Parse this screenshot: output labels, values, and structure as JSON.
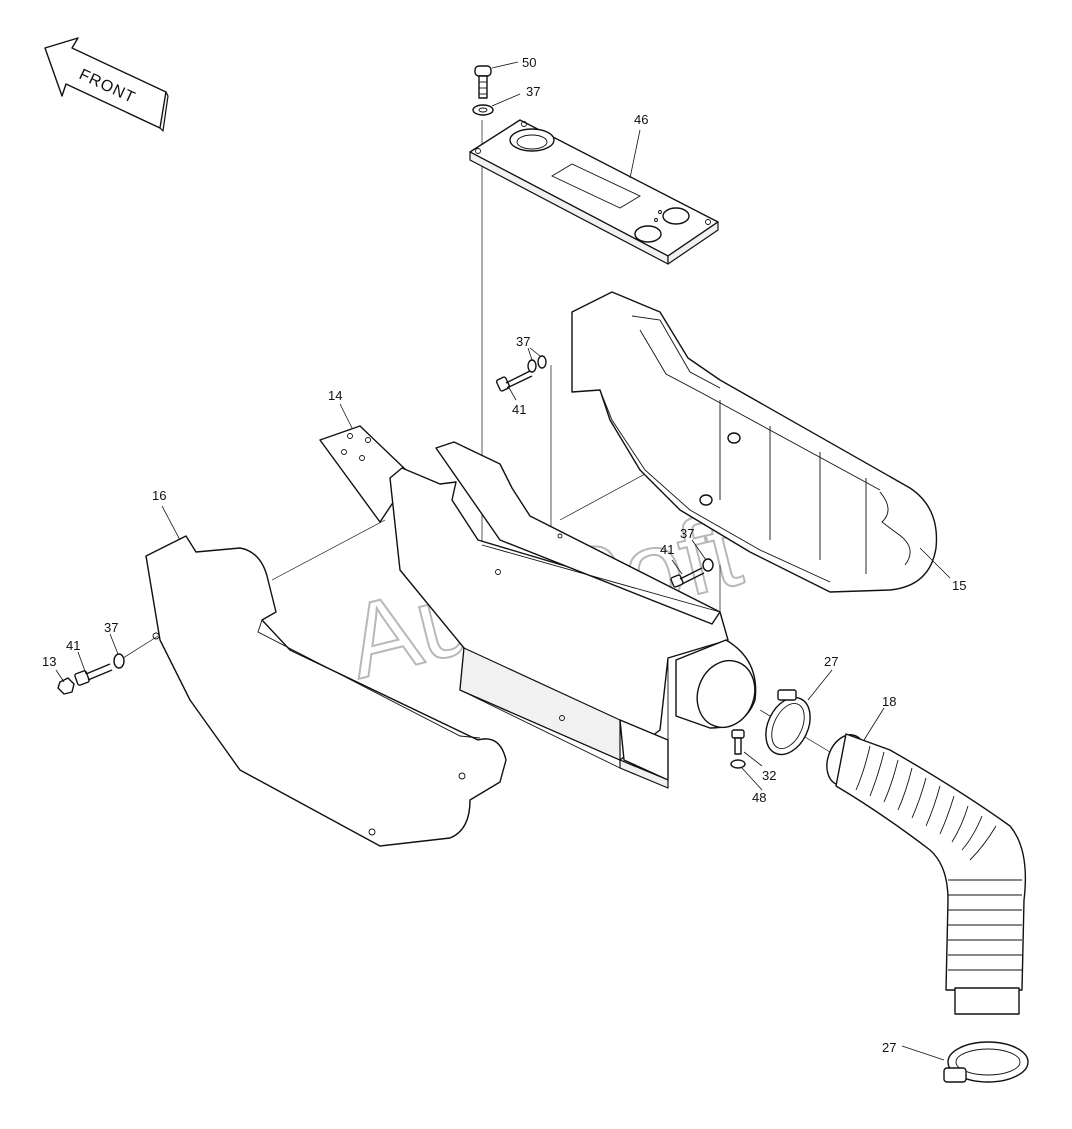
{
  "orientation": {
    "label": "FRONT"
  },
  "watermark": {
    "text": "AutoSoft"
  },
  "callouts": {
    "c50": "50",
    "c37_top": "37",
    "c46": "46",
    "c37_mid": "37",
    "c41_mid": "41",
    "c14": "14",
    "c16": "16",
    "c37_left": "37",
    "c41_left": "41",
    "c13": "13",
    "c41_right": "41",
    "c37_right": "37",
    "c15": "15",
    "c27_top": "27",
    "c18": "18",
    "c32": "32",
    "c48": "48",
    "c27_bottom": "27"
  }
}
